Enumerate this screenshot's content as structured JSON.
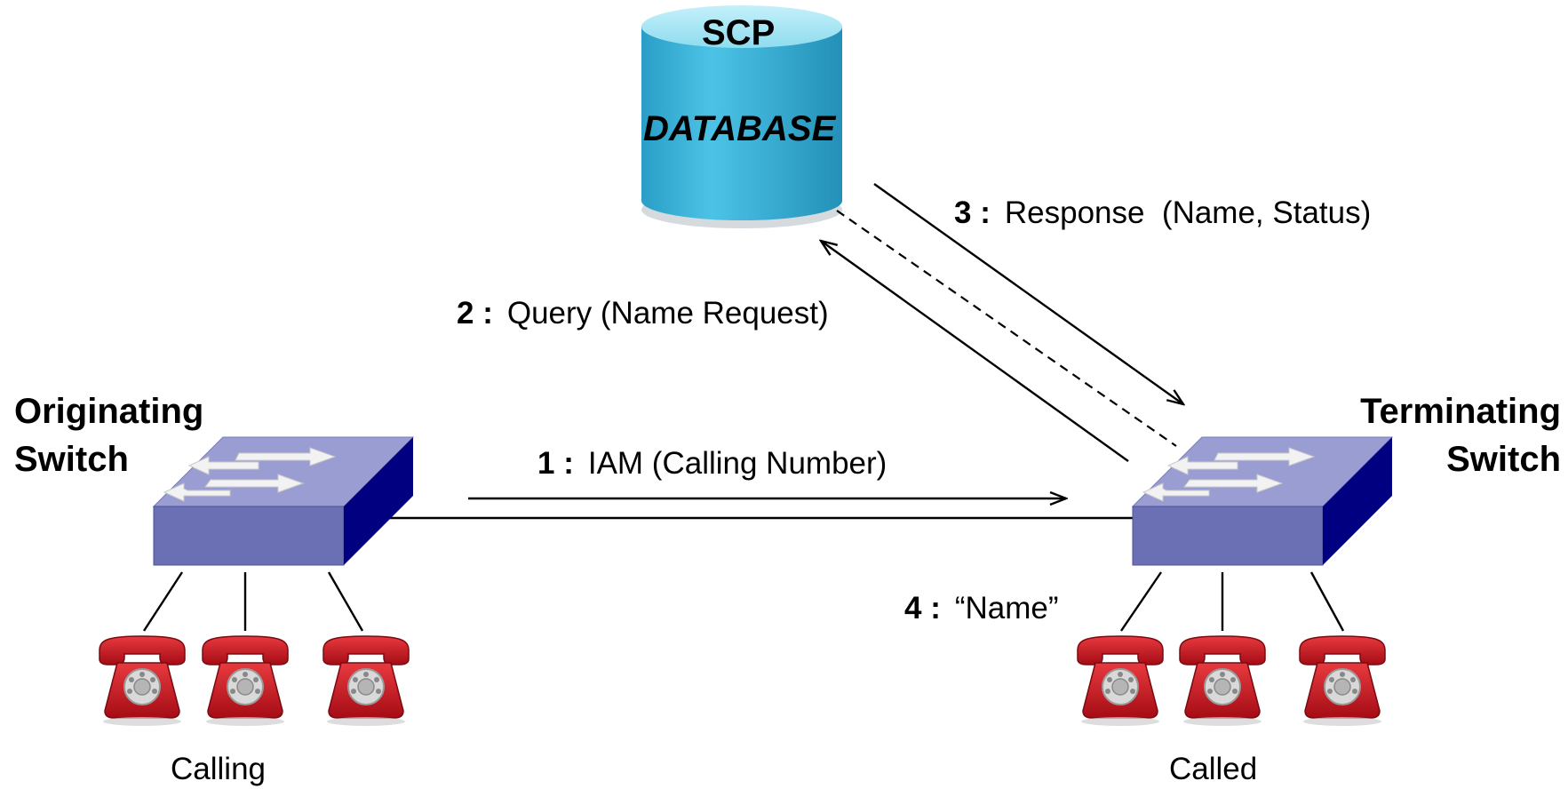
{
  "database": {
    "title": "SCP",
    "label": "DATABASE"
  },
  "switches": {
    "originating": {
      "line1": "Originating",
      "line2": "Switch"
    },
    "terminating": {
      "line1": "Terminating",
      "line2": "Switch"
    }
  },
  "steps": [
    {
      "num": "1 :",
      "text": "IAM (Calling Number)"
    },
    {
      "num": "2 :",
      "text": "Query (Name Request)"
    },
    {
      "num": "3 :",
      "text": "Response  (Name, Status)"
    },
    {
      "num": "4 :",
      "text": "“Name”"
    }
  ],
  "captions": {
    "calling": "Calling",
    "called": "Called"
  },
  "colors": {
    "db_top": "#9ee3f3",
    "db_body": "#3ab0d6",
    "switch_top": "#9a9dd2",
    "switch_front": "#6b6fb4",
    "switch_side": "#000080",
    "phone": "#c8101b"
  }
}
